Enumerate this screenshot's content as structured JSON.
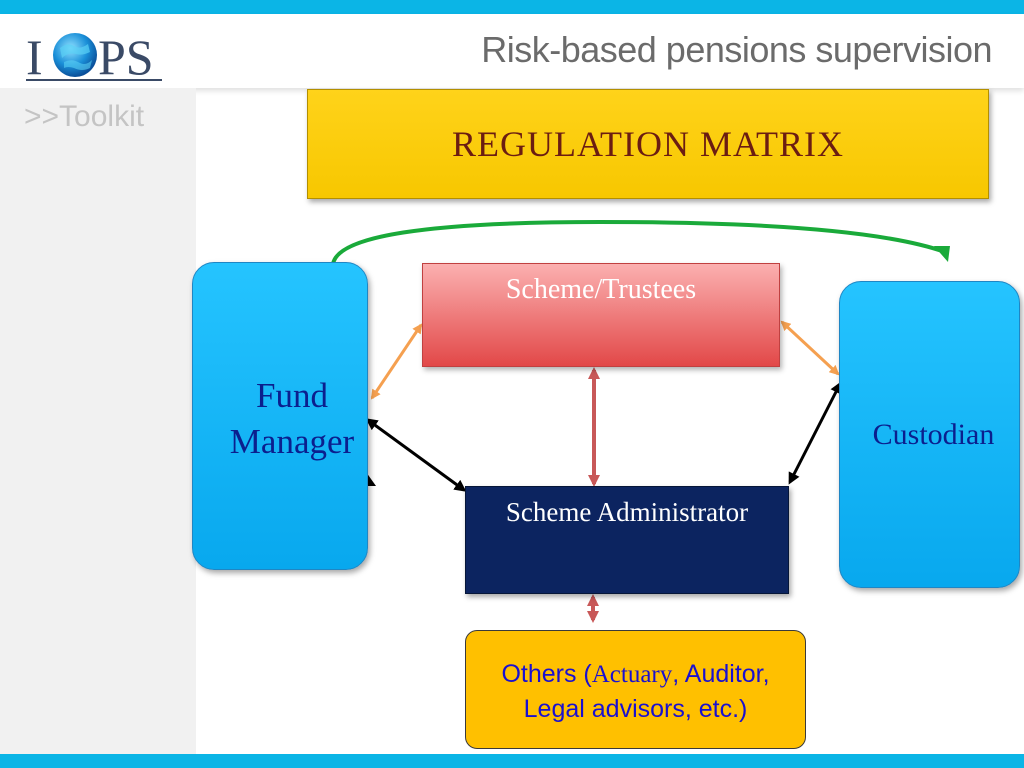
{
  "header": {
    "logo_text_left": "I",
    "logo_text_right": "PS",
    "title": "Risk-based pensions supervision"
  },
  "sidebar": {
    "toolkit_label": ">>Toolkit"
  },
  "diagram": {
    "title": "REGULATION MATRIX",
    "nodes": {
      "fund_manager": {
        "line1": "Fund",
        "line2": "Manager"
      },
      "scheme_trustees": "Scheme/Trustees",
      "custodian": "Custodian",
      "scheme_administrator": "Scheme Administrator",
      "others": {
        "part1": "Others  (",
        "part2": "Actuary",
        "part3": ", Auditor,",
        "line2": "Legal advisors, etc.)"
      }
    },
    "colors": {
      "banner": "#ffc800",
      "banner_text": "#6b1d12",
      "blue_node": "#0bb5f5",
      "blue_node_text": "#0b1f8e",
      "trustees": "#e85050",
      "administrator": "#0c2460",
      "others": "#ffc000",
      "others_text": "#1a10d0",
      "arrow_orange": "#f5a050",
      "arrow_red": "#c85858",
      "arrow_black": "#000000",
      "arrow_green": "#1aaa3a"
    },
    "edges": [
      {
        "from": "fund_manager",
        "to": "scheme_trustees",
        "style": "orange-double"
      },
      {
        "from": "scheme_trustees",
        "to": "custodian",
        "style": "orange-double"
      },
      {
        "from": "scheme_trustees",
        "to": "scheme_administrator",
        "style": "red-double"
      },
      {
        "from": "fund_manager",
        "to": "scheme_administrator",
        "style": "black-double"
      },
      {
        "from": "scheme_administrator",
        "to": "custodian",
        "style": "black-double"
      },
      {
        "from": "scheme_administrator",
        "to": "others",
        "style": "red-double"
      },
      {
        "from": "fund_manager",
        "to": "custodian",
        "style": "green-curve"
      }
    ]
  }
}
